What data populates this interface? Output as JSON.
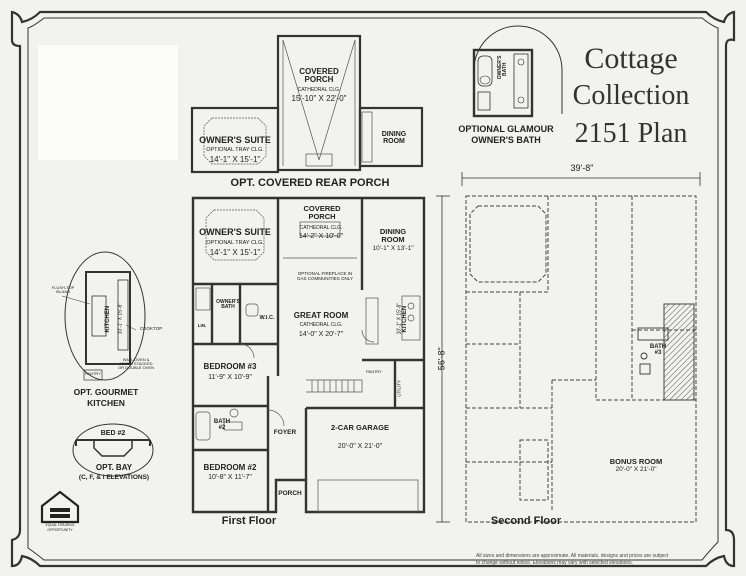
{
  "title": {
    "line1": "Cottage",
    "line2": "Collection",
    "line3": "2151 Plan"
  },
  "rear_porch": {
    "porch_label": "COVERED PORCH",
    "porch_ceiling": "CATHEDRAL CLG.",
    "porch_dims": "15'-10\" X 22'-0\"",
    "suite_label": "OWNER'S SUITE",
    "suite_ceiling": "OPTIONAL TRAY CLG.",
    "suite_dims": "14'-1\" X 15'-1\"",
    "dining_label": "DINING ROOM",
    "caption": "OPT. COVERED REAR PORCH"
  },
  "glamour_bath": {
    "room": "OWNER'S BATH",
    "caption_line1": "OPTIONAL GLAMOUR",
    "caption_line2": "OWNER'S BATH"
  },
  "first_floor": {
    "caption": "First Floor",
    "depth_dim": "56'-8\"",
    "owners_suite": {
      "name": "OWNER'S SUITE",
      "ceiling": "OPTIONAL TRAY CLG.",
      "dims": "14'-1\" X 15'-1\""
    },
    "covered_porch": {
      "name": "COVERED PORCH",
      "ceiling": "CATHEDRAL CLG.",
      "dims": "14'-2\" X 10'-0\""
    },
    "dining": {
      "name": "DINING ROOM",
      "dims": "10'-1\" X 13'-1\""
    },
    "fireplace_note": "OPTIONAL FIREPLACE IN GAS COMMUNITIES ONLY",
    "great_room": {
      "name": "GREAT ROOM",
      "ceiling": "CATHEDRAL CLG.",
      "dims": "14'-0\" X 20'-7\""
    },
    "owners_bath": "OWNER'S BATH",
    "wic": "W.I.C.",
    "linen": "LIN.",
    "kitchen": {
      "name": "KITCHEN",
      "dims": "10'-1\" X 15'-8\""
    },
    "pantry": "PANTRY",
    "utility": "UTILITY",
    "bedroom3": {
      "name": "BEDROOM #3",
      "dims": "11'-9\" X 10'-9\""
    },
    "bath2": "BATH #2",
    "foyer": "FOYER",
    "garage": {
      "name": "2-CAR GARAGE",
      "dims": "20'-0\" X 21'-0\""
    },
    "bedroom2": {
      "name": "BEDROOM #2",
      "dims": "10'-8\" X 11'-7\""
    },
    "porch": "PORCH"
  },
  "gourmet_kitchen": {
    "caption_line1": "OPT. GOURMET",
    "caption_line2": "KITCHEN",
    "kitchen": "KITCHEN",
    "kitchen_dims": "10'-1\" X 15'-8\"",
    "flush_top": "FLUSH-TOP ISLAND",
    "cooktop": "COOKTOP",
    "wall_oven": "WALL OVEN & MICRO STACKED OR DOUBLE OVEN",
    "pantry": "PANTRY"
  },
  "opt_bay": {
    "room": "BED #2",
    "caption_line1": "OPT. BAY",
    "caption_line2": "(C, F, & I ELEVATIONS)"
  },
  "second_floor": {
    "caption": "Second Floor",
    "width_dim": "39'-8\"",
    "bath3": "BATH #3",
    "bonus_room": {
      "name": "BONUS ROOM",
      "dims": "20'-0\" X 21'-0\""
    }
  },
  "equal_housing": {
    "line1": "EQUAL HOUSING",
    "line2": "OPPORTUNITY"
  },
  "disclaimer": {
    "line1": "All sizes and dimensions are approximate. All materials, designs and prices are subject",
    "line2": "to change without notice. Elevations may vary with selected elevations."
  }
}
